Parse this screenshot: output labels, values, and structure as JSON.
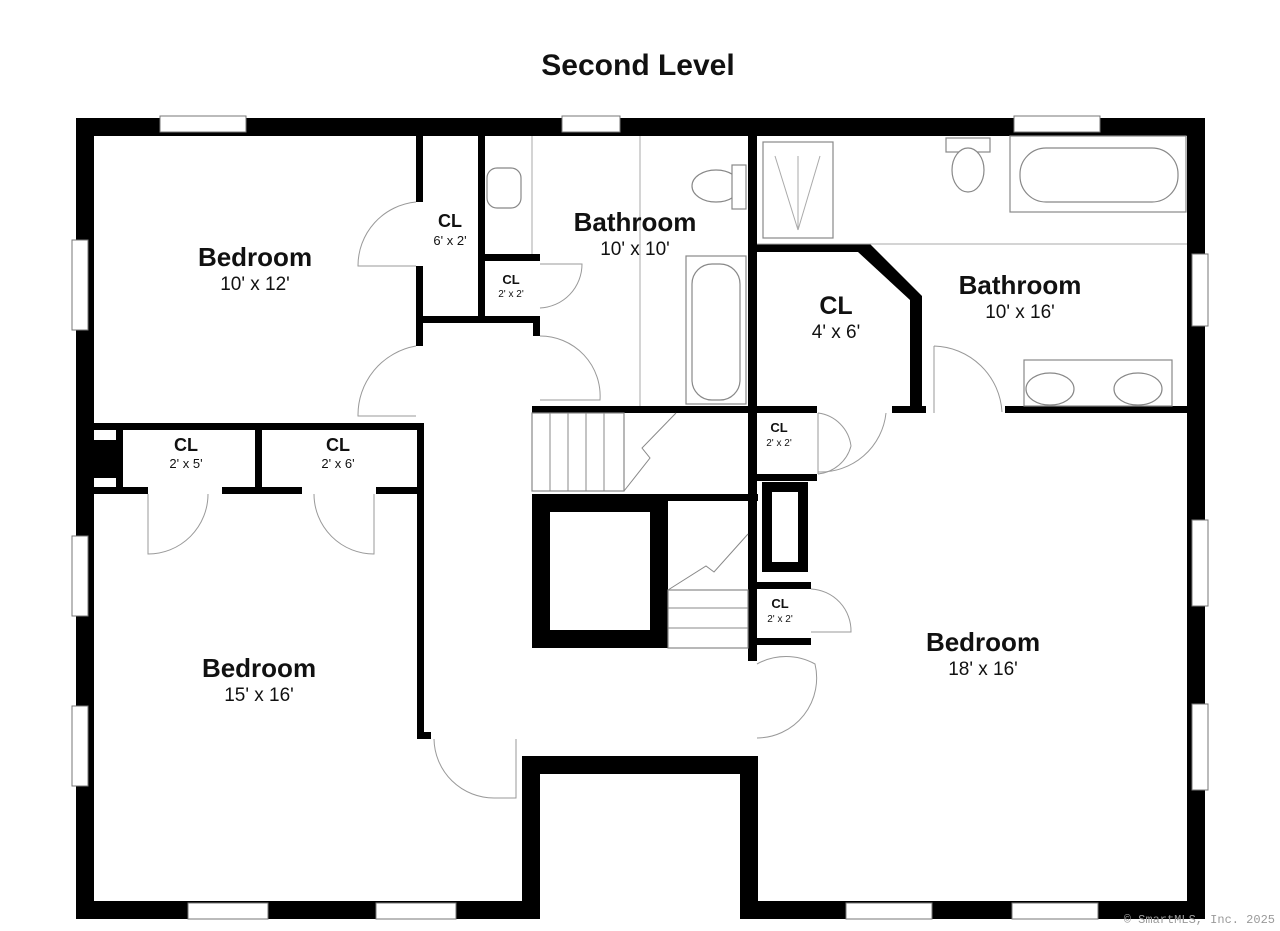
{
  "title": "Second Level",
  "rooms": {
    "bedroom_nw": {
      "label": "Bedroom",
      "dims": "10' x 12'"
    },
    "bedroom_sw": {
      "label": "Bedroom",
      "dims": "15' x 16'"
    },
    "bedroom_e": {
      "label": "Bedroom",
      "dims": "18' x 16'"
    },
    "bathroom_hall": {
      "label": "Bathroom",
      "dims": "10' x 10'"
    },
    "bathroom_master": {
      "label": "Bathroom",
      "dims": "10' x 16'"
    },
    "closet_6x2": {
      "label": "CL",
      "dims": "6' x 2'"
    },
    "closet_bath_2x2": {
      "label": "CL",
      "dims": "2' x 2'"
    },
    "closet_2x5": {
      "label": "CL",
      "dims": "2' x 5'"
    },
    "closet_2x6": {
      "label": "CL",
      "dims": "2' x 6'"
    },
    "closet_4x6": {
      "label": "CL",
      "dims": "4' x 6'"
    },
    "closet_hall_2x2_upper": {
      "label": "CL",
      "dims": "2' x 2'"
    },
    "closet_hall_2x2_lower": {
      "label": "CL",
      "dims": "2' x 2'"
    }
  },
  "copyright": "© SmartMLS, Inc. 2025"
}
